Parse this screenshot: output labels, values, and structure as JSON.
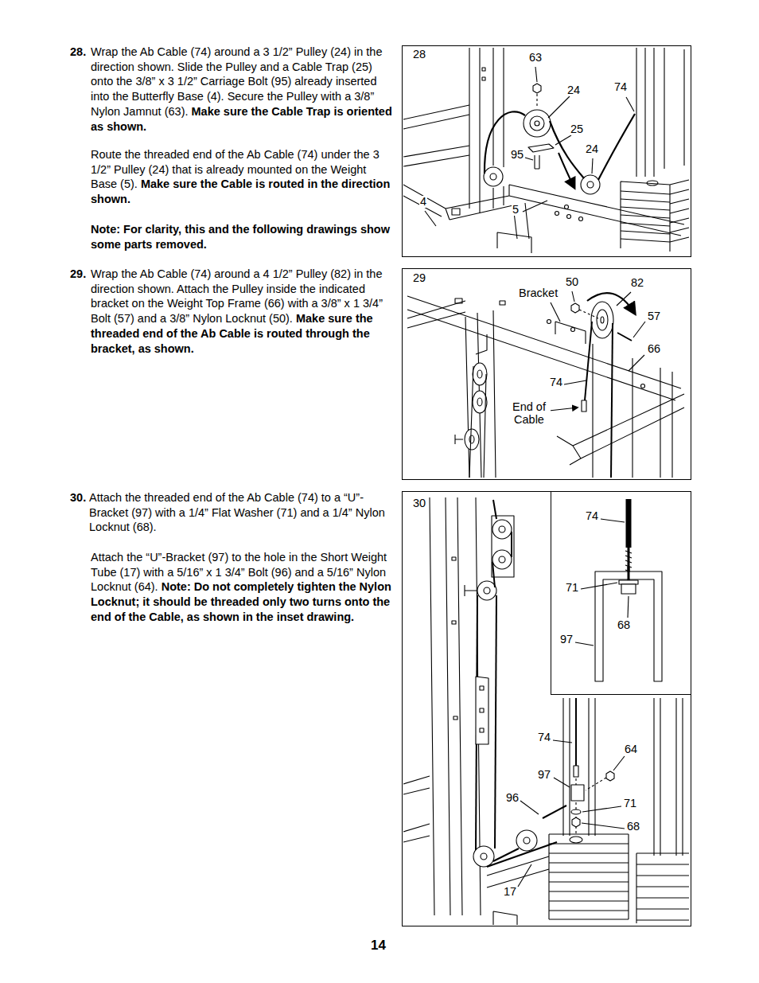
{
  "diagram": {
    "nodes": [
      {
        "text": [
          "28",
          "63",
          "24",
          "74",
          "25",
          "24",
          "95",
          "4",
          "5"
        ]
      },
      {
        "text": [
          "29",
          "Bracket",
          "50",
          "82",
          "57",
          "66",
          "74",
          "End of Cable"
        ]
      },
      {
        "text": [
          "30",
          "74",
          "64",
          "97",
          "71",
          "96",
          "68",
          "17"
        ]
      },
      {
        "text": [
          "74",
          "71",
          "68",
          "97"
        ],
        "in": 2
      }
    ],
    "labels": [
      "28.",
      "Wrap the Ab Cable (74) around a 3 1/2” Pulley (24) in the direction shown. Slide the Pulley and a Cable Trap (25) onto the 3/8” x 3 1/2” Carriage Bolt (95) already inserted into the Butterfly Base (4). Secure the Pulley with a 3/8” Nylon Jamnut (63).",
      "Make sure the Cable Trap is oriented as shown.",
      "Route the threaded end of the Ab Cable (74) under the 3 1/2” Pulley (24) that is already mounted on the Weight Base (5).",
      "Make sure the Cable is routed in the direction shown.",
      "Note: For clarity, this and the following drawings show some parts removed.",
      "29.",
      "Wrap the Ab Cable (74) around a 4 1/2” Pulley (82) in the direction shown. Attach the Pulley inside the indicated bracket on the Weight Top Frame (66) with a 3/8” x 1 3/4” Bolt (57) and a 3/8” Nylon Locknut (50).",
      "Make sure the threaded end of the Ab Cable is routed through the bracket, as shown.",
      "30.",
      "Attach the threaded end of the Ab Cable (74) to a “U”-Bracket (97) with a 1/4” Flat Washer (71) and a 1/4” Nylon Locknut (68).",
      "Attach the “U”-Bracket (97) to the hole in the Short Weight Tube (17) with a 5/16” x 1 3/4” Bolt (96) and a 5/16” Nylon Locknut (64).",
      "Note: Do not completely tighten the Nylon Locknut; it should be threaded only two turns onto the end of the Cable, as shown in the inset drawing.",
      "14"
    ]
  }
}
